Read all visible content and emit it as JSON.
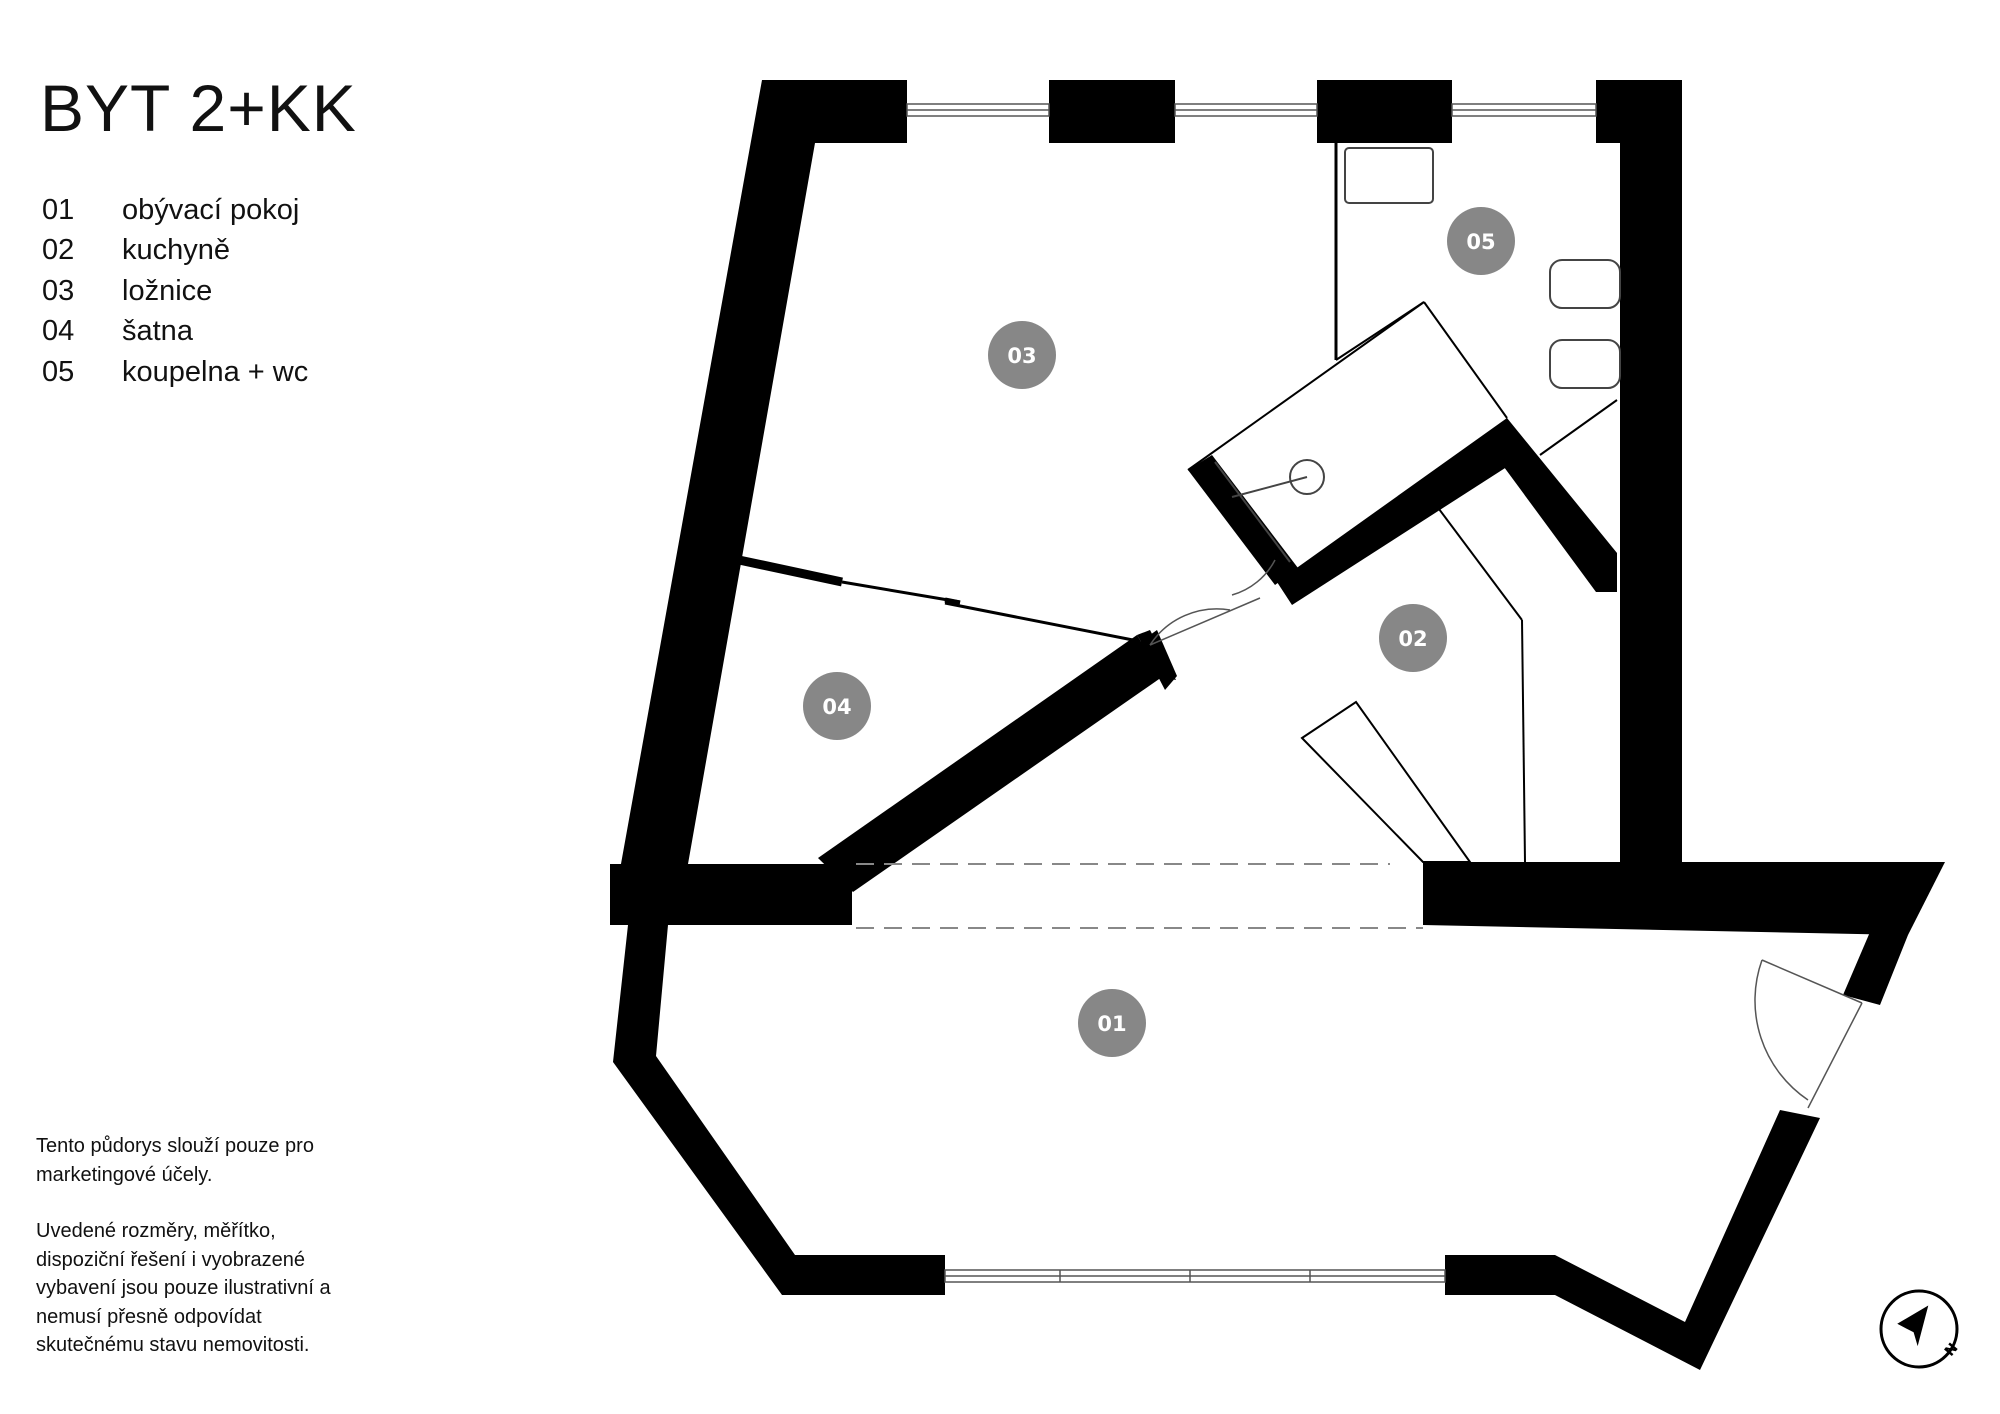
{
  "title": "BYT 2+KK",
  "legend": [
    {
      "num": "01",
      "name": "obývací pokoj"
    },
    {
      "num": "02",
      "name": "kuchyně"
    },
    {
      "num": "03",
      "name": "ložnice"
    },
    {
      "num": "04",
      "name": "šatna"
    },
    {
      "num": "05",
      "name": "koupelna + wc"
    }
  ],
  "rooms": {
    "r01": "01",
    "r02": "02",
    "r03": "03",
    "r04": "04",
    "r05": "05"
  },
  "disclaimer": {
    "p1": "Tento půdorys slouží pouze pro marketingové účely.",
    "p2": "Uvedené rozměry, měřítko, dispoziční řešení i vyobrazené vybavení jsou pouze ilustrativní a nemusí přesně odpovídat skutečnému stavu nemovitosti."
  },
  "compass": {
    "label": "N"
  },
  "colors": {
    "wall": "#000000",
    "badge": "#878787",
    "background": "#ffffff"
  },
  "icons": [
    "compass-icon"
  ]
}
